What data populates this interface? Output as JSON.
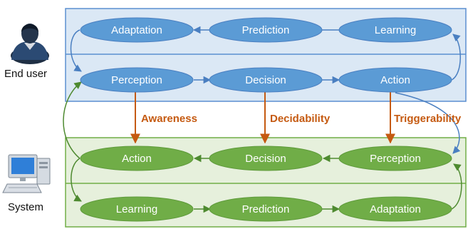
{
  "actors": {
    "end_user": {
      "label": "End user",
      "icon": "user-icon"
    },
    "system": {
      "label": "System",
      "icon": "computer-icon"
    }
  },
  "user_loop": {
    "top_row": [
      "Adaptation",
      "Prediction",
      "Learning"
    ],
    "bottom_row": [
      "Perception",
      "Decision",
      "Action"
    ]
  },
  "system_loop": {
    "top_row": [
      "Action",
      "Decision",
      "Perception"
    ],
    "bottom_row": [
      "Learning",
      "Prediction",
      "Adaptation"
    ]
  },
  "metrics": [
    "Awareness",
    "Decidability",
    "Triggerability"
  ],
  "colors": {
    "user_panel": "#dbe8f5",
    "user_border": "#5b8fd0",
    "user_node": "#5b9bd5",
    "system_panel": "#e6f0dc",
    "system_border": "#70ad47",
    "system_node": "#70ad47",
    "metric": "#c55a11"
  }
}
